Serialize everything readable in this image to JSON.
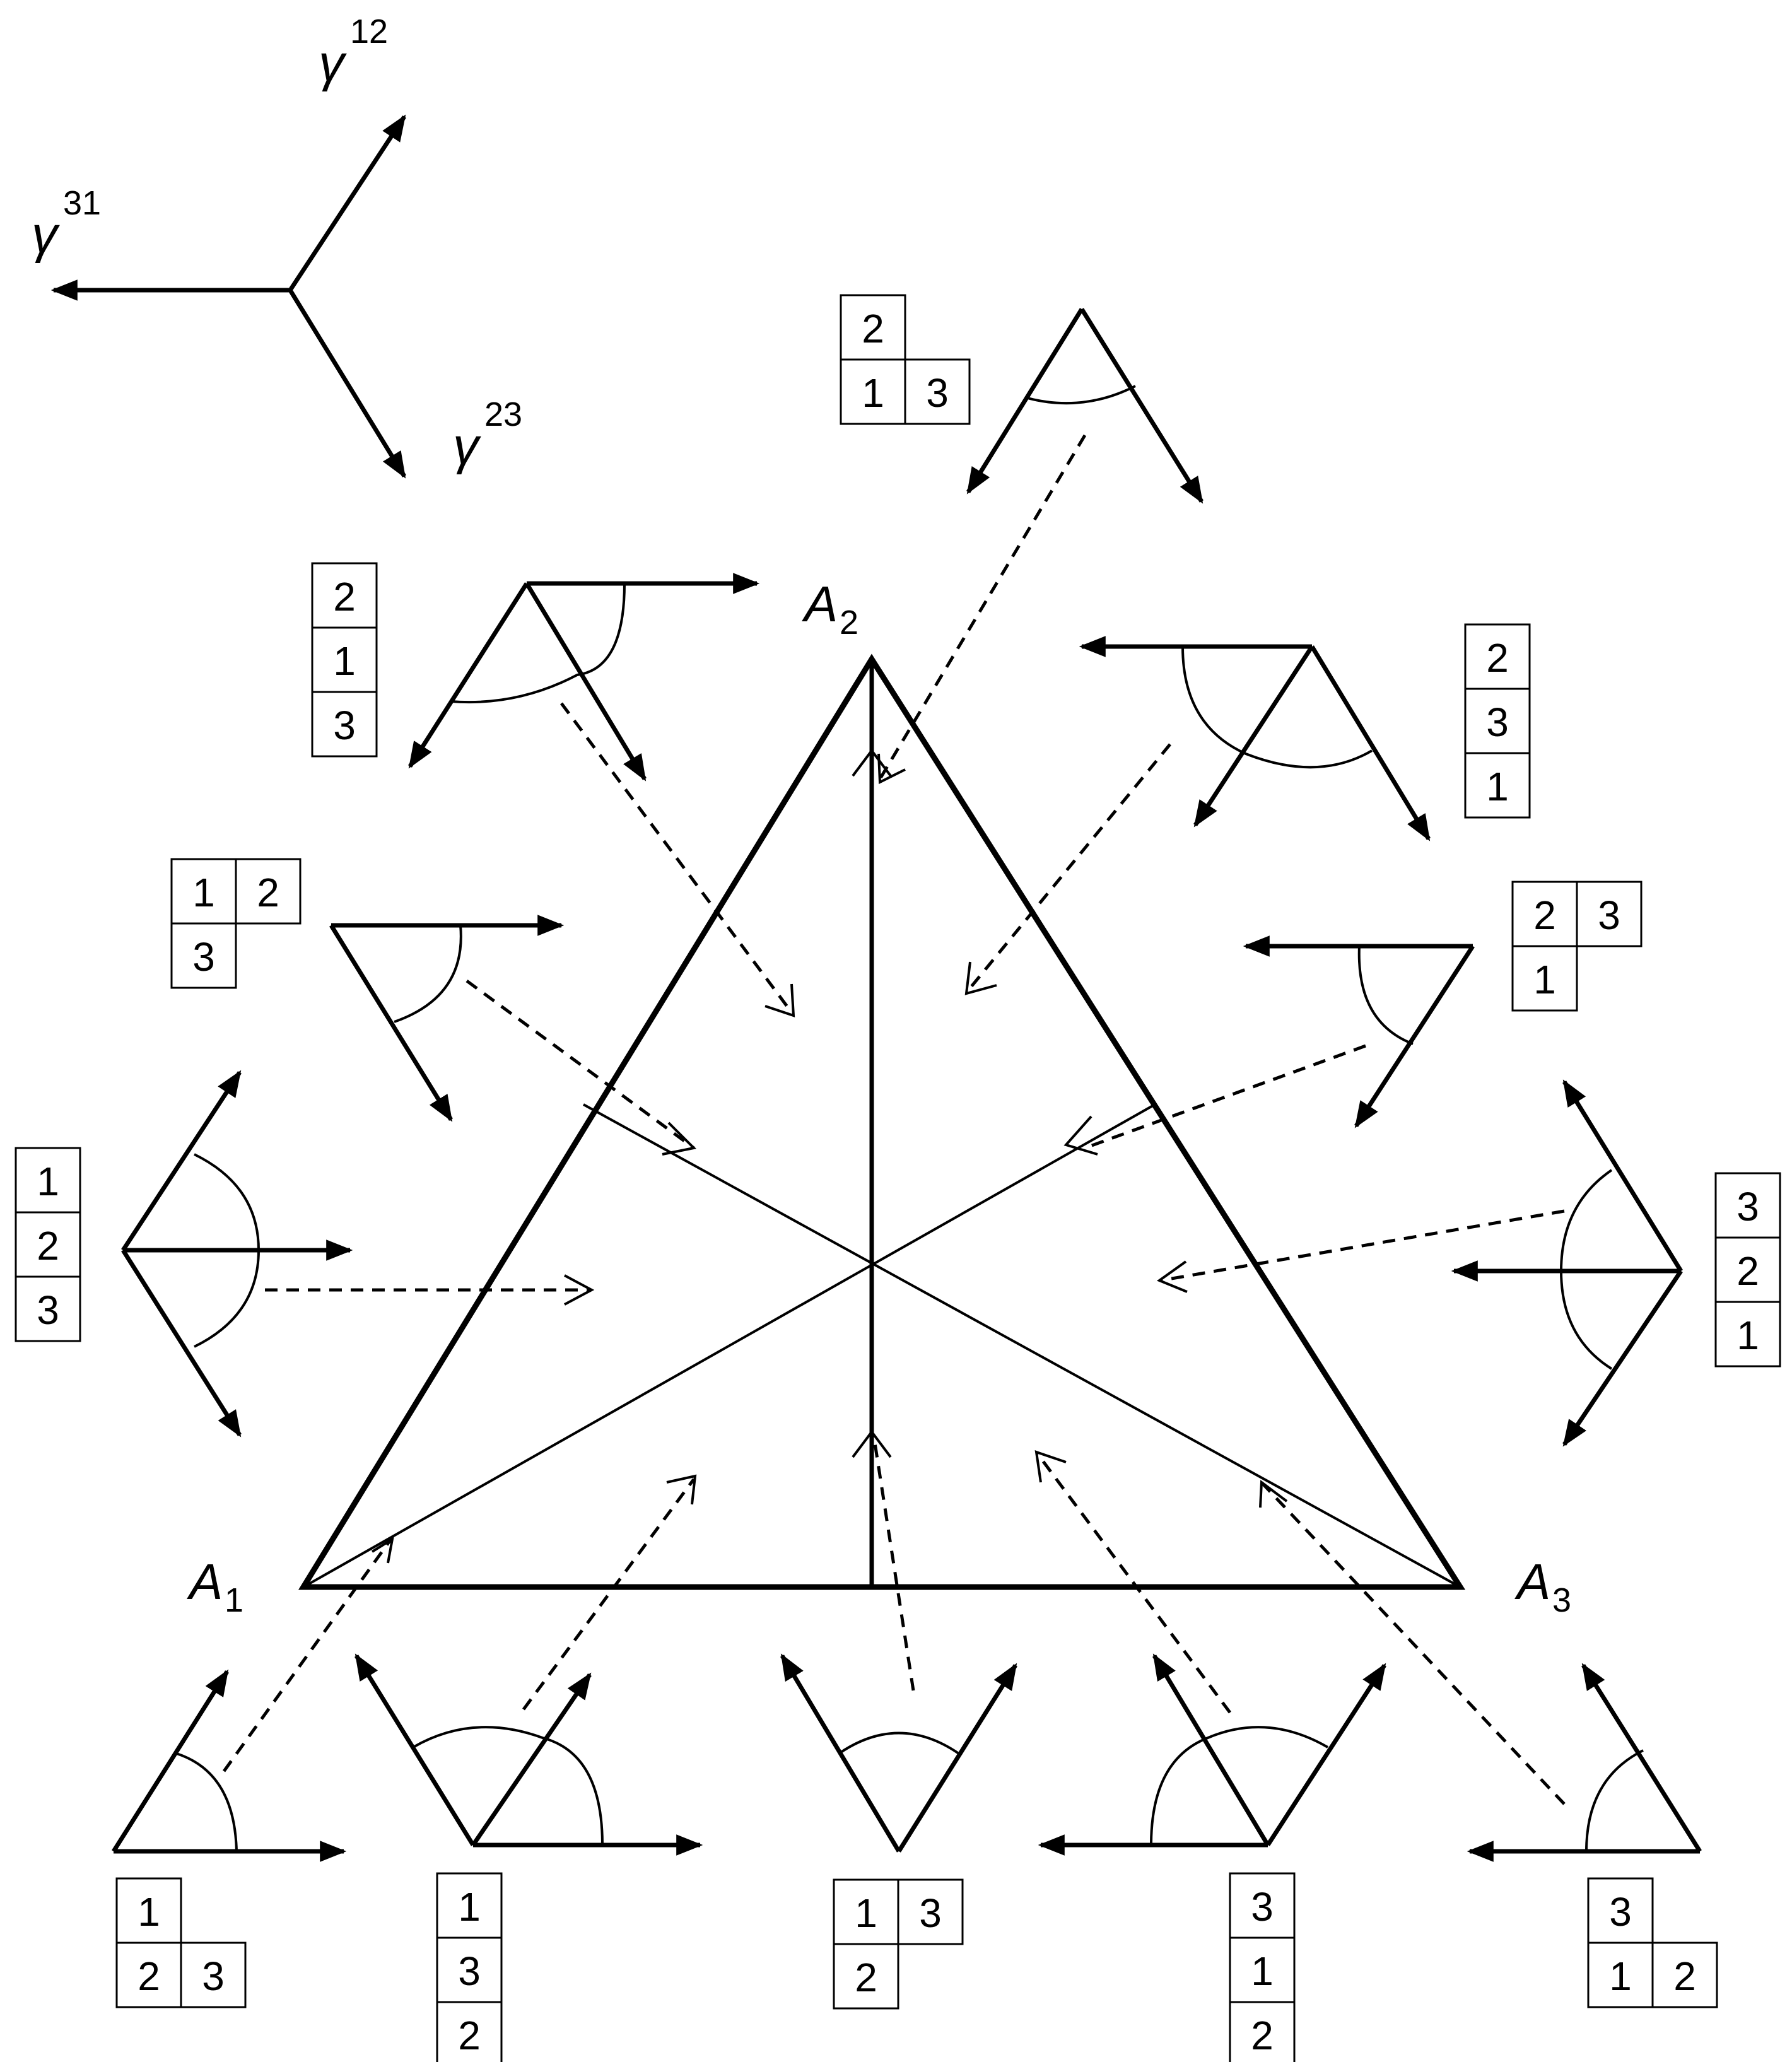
{
  "vertices": {
    "a1": "A",
    "a1_sub": "1",
    "a2": "A",
    "a2_sub": "2",
    "a3": "A",
    "a3_sub": "3"
  },
  "gammas": [
    {
      "id": "g12",
      "symbol": "γ",
      "sup": "12"
    },
    {
      "id": "g31",
      "symbol": "γ",
      "sup": "31"
    },
    {
      "id": "g23",
      "symbol": "γ",
      "sup": "23"
    }
  ],
  "tableaux": [
    {
      "id": "t-top",
      "rows": [
        [
          "2"
        ],
        [
          "1",
          "3"
        ]
      ]
    },
    {
      "id": "t-ul-col",
      "rows": [
        [
          "2"
        ],
        [
          "1"
        ],
        [
          "3"
        ]
      ]
    },
    {
      "id": "t-ur-col",
      "rows": [
        [
          "2"
        ],
        [
          "3"
        ],
        [
          "1"
        ]
      ]
    },
    {
      "id": "t-ul-hook",
      "rows": [
        [
          "1",
          "2"
        ],
        [
          "3"
        ]
      ]
    },
    {
      "id": "t-ur-hook",
      "rows": [
        [
          "2",
          "3"
        ],
        [
          "1"
        ]
      ]
    },
    {
      "id": "t-left-col",
      "rows": [
        [
          "1"
        ],
        [
          "2"
        ],
        [
          "3"
        ]
      ]
    },
    {
      "id": "t-right-col",
      "rows": [
        [
          "3"
        ],
        [
          "2"
        ],
        [
          "1"
        ]
      ]
    },
    {
      "id": "t-bl-hook",
      "rows": [
        [
          "1"
        ],
        [
          "2",
          "3"
        ]
      ]
    },
    {
      "id": "t-b2-col",
      "rows": [
        [
          "1"
        ],
        [
          "3"
        ],
        [
          "2"
        ]
      ]
    },
    {
      "id": "t-b3-hook",
      "rows": [
        [
          "1",
          "3"
        ],
        [
          "2"
        ]
      ]
    },
    {
      "id": "t-b4-col",
      "rows": [
        [
          "3"
        ],
        [
          "1"
        ],
        [
          "2"
        ]
      ]
    },
    {
      "id": "t-br-hook",
      "rows": [
        [
          "3"
        ],
        [
          "1",
          "2"
        ]
      ]
    }
  ]
}
